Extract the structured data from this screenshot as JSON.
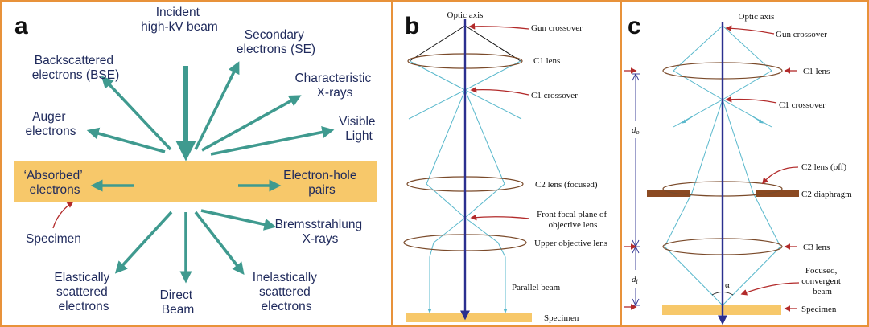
{
  "panel_a": {
    "letter": "a",
    "incident": [
      "Incident",
      "high-kV beam"
    ],
    "secondary": [
      "Secondary",
      "electrons (SE)"
    ],
    "backscattered": [
      "Backscattered",
      "electrons (BSE)"
    ],
    "characteristic": [
      "Characteristic",
      "X-rays"
    ],
    "auger": [
      "Auger",
      "electrons"
    ],
    "visible": [
      "Visible",
      "Light"
    ],
    "absorbed": [
      "‘Absorbed’",
      "electrons"
    ],
    "electron_hole": [
      "Electron-hole",
      "pairs"
    ],
    "specimen": "Specimen",
    "bremsstrahlung": [
      "Bremsstrahlung",
      "X-rays"
    ],
    "elastic": [
      "Elastically",
      "scattered",
      "electrons"
    ],
    "direct": [
      "Direct",
      "Beam"
    ],
    "inelastic": [
      "Inelastically",
      "scattered",
      "electrons"
    ]
  },
  "panel_b": {
    "letter": "b",
    "optic_axis": "Optic axis",
    "gun_crossover": "Gun crossover",
    "c1_lens": "C1 lens",
    "c1_crossover": "C1 crossover",
    "c2_lens": "C2 lens (focused)",
    "front_focal": [
      "Front focal plane of",
      "objective lens"
    ],
    "upper_objective": "Upper objective lens",
    "parallel_beam": "Parallel beam",
    "specimen": "Specimen"
  },
  "panel_c": {
    "letter": "c",
    "optic_axis": "Optic axis",
    "gun_crossover": "Gun crossover",
    "c1_lens": "C1 lens",
    "c1_crossover": "C1 crossover",
    "c2_lens": "C2 lens (off)",
    "c2_diaphragm": "C2 diaphragm",
    "c3_lens": "C3 lens",
    "focused": [
      "Focused,",
      "convergent",
      "beam"
    ],
    "alpha": "α",
    "d_o": "d",
    "d_o_sub": "o",
    "d_i": "d",
    "d_i_sub": "i",
    "specimen": "Specimen"
  },
  "colors": {
    "border": "#e8923a",
    "specimen_band": "#f7c86a",
    "teal_arrow": "#3f9a8f",
    "ray": "#59b8cc",
    "axis": "#2b2f8f",
    "lens": "#7a4a2a",
    "red_pointer": "#b22a2a",
    "diaphragm": "#8b4a22"
  }
}
